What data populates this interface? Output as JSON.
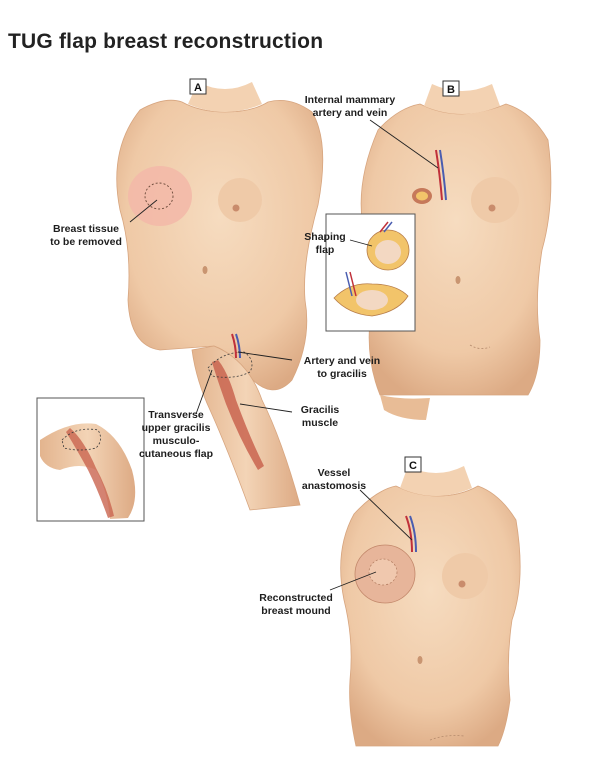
{
  "title": "TUG flap breast reconstruction",
  "panels": {
    "a": "A",
    "b": "B",
    "c": "C"
  },
  "labels": {
    "breast_tissue_1": "Breast tissue",
    "breast_tissue_2": "to be removed",
    "transverse_1": "Transverse",
    "transverse_2": "upper gracilis",
    "transverse_3": "musculo-",
    "transverse_4": "cutaneous flap",
    "artery_gracilis_1": "Artery and vein",
    "artery_gracilis_2": "to gracilis",
    "gracilis_1": "Gracilis",
    "gracilis_2": "muscle",
    "internal_mammary_1": "Internal mammary",
    "internal_mammary_2": "artery and vein",
    "shaping_1": "Shaping",
    "shaping_2": "flap",
    "vessel_1": "Vessel",
    "vessel_2": "anastomosis",
    "reconstructed_1": "Reconstructed",
    "reconstructed_2": "breast mound"
  },
  "colors": {
    "skin": "#f1cfae",
    "skin_shadow": "#d9a984",
    "flap": "#ecc3a6",
    "muscle": "#c9644f",
    "artery": "#c0303a",
    "vein": "#4a5db0",
    "fat": "#f0c84a"
  }
}
